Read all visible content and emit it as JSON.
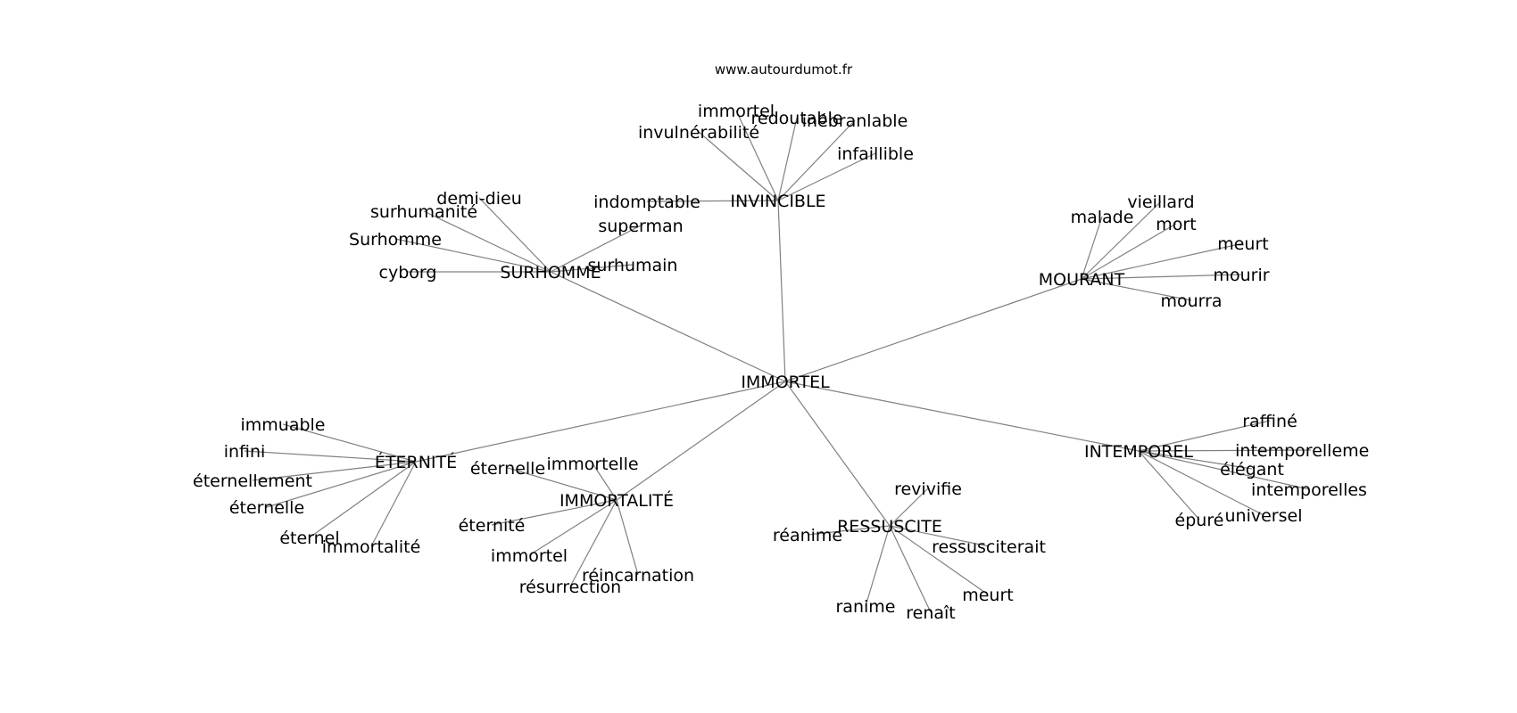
{
  "site": "www.autourdumot.fr",
  "center": "IMMORTEL",
  "clusters": [
    {
      "hub": "INVINCIBLE",
      "words": [
        "immortel",
        "redoutable",
        "inébranlable",
        "infaillible",
        "invulnérabilité",
        "indomptable"
      ]
    },
    {
      "hub": "SURHOMME",
      "words": [
        "demi-dieu",
        "surhumanité",
        "Surhomme",
        "cyborg",
        "superman",
        "surhumain"
      ]
    },
    {
      "hub": "MOURANT",
      "words": [
        "vieillard",
        "malade",
        "mort",
        "meurt",
        "mourir",
        "mourra"
      ]
    },
    {
      "hub": "ÉTERNITÉ",
      "words": [
        "immuable",
        "infini",
        "éternellement",
        "éternelle",
        "éternel",
        "immortalité"
      ]
    },
    {
      "hub": "IMMORTALITÉ",
      "words": [
        "éternelle",
        "immortelle",
        "éternité",
        "immortel",
        "réincarnation",
        "résurrection"
      ]
    },
    {
      "hub": "RESSUSCITE",
      "words": [
        "revivifie",
        "réanime",
        "ressusciterait",
        "meurt",
        "ranime",
        "renaît"
      ]
    },
    {
      "hub": "INTEMPOREL",
      "words": [
        "raffiné",
        "intemporellement",
        "élégant",
        "intemporelles",
        "universel",
        "épuré"
      ]
    }
  ]
}
